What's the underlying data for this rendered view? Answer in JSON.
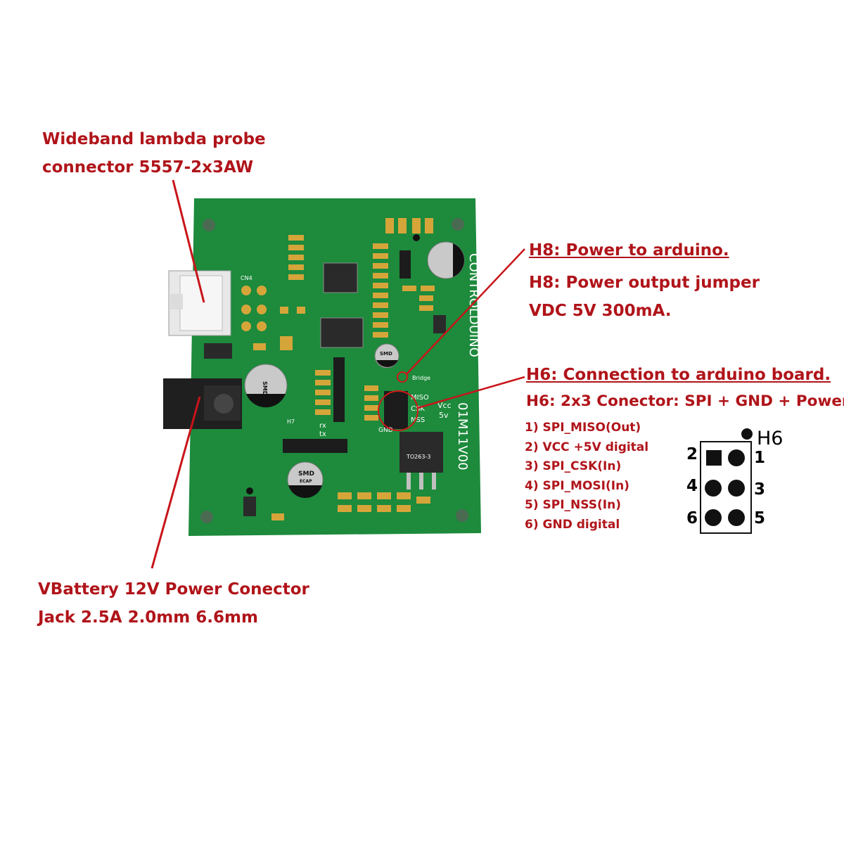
{
  "callouts": {
    "lambda_line1": "Wideband lambda probe",
    "lambda_line2": "connector 5557-2x3AW",
    "h8_title": "H8: Power to arduino.",
    "h8_desc1": "H8: Power output jumper",
    "h8_desc2": "VDC 5V 300mA.",
    "h6_title": "H6: Connection to arduino board.",
    "h6_desc": "H6: 2x3 Conector: SPI + GND + Power",
    "battery_line1": "VBattery 12V Power Conector",
    "battery_line2": "Jack 2.5A 2.0mm 6.6mm"
  },
  "pins": [
    "1) SPI_MISO(Out)",
    "2) VCC +5V digital",
    "3) SPI_CSK(In)",
    "4) SPI_MOSI(In)",
    "5) SPI_NSS(In)",
    "6) GND digital"
  ],
  "header_diagram": {
    "title": "H6",
    "labels": [
      "2",
      "1",
      "4",
      "3",
      "6",
      "5"
    ]
  },
  "board": {
    "name": "CONTROLDUINO",
    "version": "01M11V00",
    "cap_label": "SMD",
    "cap_sub": "ECAP",
    "regulator": "TO263-3",
    "connector": "CN4",
    "silk": {
      "vcc": "Vcc",
      "v5": "5v",
      "miso": "MISO",
      "csk": "CSK",
      "nss": "NSS",
      "gnd": "GND",
      "bridge": "Bridge",
      "tx": "tx",
      "rx": "rx",
      "h7": "H7"
    }
  },
  "colors": {
    "accent": "#b0141a",
    "pcb": "#1d8a3c",
    "pad": "#d6a53a"
  }
}
